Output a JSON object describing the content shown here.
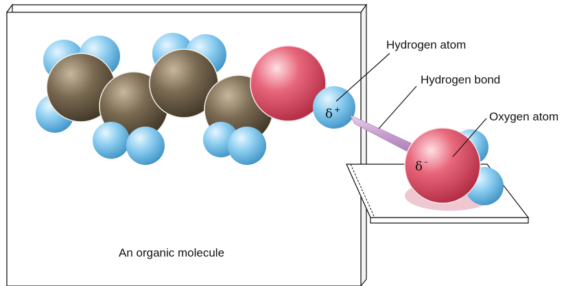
{
  "labels": {
    "hydrogen_atom": "Hydrogen atom",
    "hydrogen_bond": "Hydrogen bond",
    "oxygen_atom": "Oxygen atom",
    "caption": "An organic molecule"
  },
  "charges": {
    "positive_symbol": "δ",
    "positive_sign": "+",
    "negative_symbol": "δ",
    "negative_sign": "–"
  },
  "colors": {
    "carbon": "#7a6a52",
    "hydrogen": "#7fc3ea",
    "oxygen": "#e0556a",
    "bond": "#cfa6d6"
  }
}
